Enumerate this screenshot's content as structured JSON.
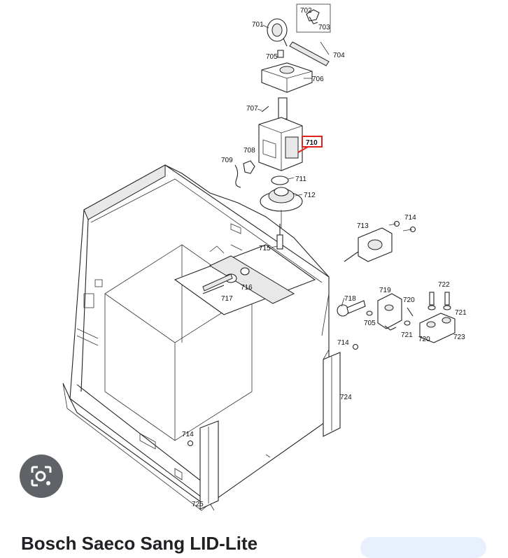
{
  "diagram": {
    "parts": [
      "701",
      "702",
      "703",
      "704",
      "705",
      "706",
      "707",
      "708",
      "709",
      "710",
      "711",
      "712",
      "713",
      "714",
      "715",
      "716",
      "717",
      "718",
      "719",
      "720",
      "721",
      "722",
      "723",
      "724",
      "725"
    ],
    "highlighted_part": "710",
    "labels": {
      "p701": "701",
      "p702": "702",
      "p703": "703",
      "p704": "704",
      "p705a": "705",
      "p706": "706",
      "p707": "707",
      "p708": "708",
      "p709": "709",
      "p710": "710",
      "p711": "711",
      "p712": "712",
      "p713": "713",
      "p714a": "714",
      "p715": "715",
      "p716": "716",
      "p717": "717",
      "p718": "718",
      "p719": "719",
      "p720a": "720",
      "p722": "722",
      "p721a": "721",
      "p705b": "705",
      "p721b": "721",
      "p720b": "720",
      "p723": "723",
      "p714b": "714",
      "p724": "724",
      "p714c": "714",
      "p725": "725"
    },
    "highlight_color": "#e0231b"
  },
  "lens_button": {
    "icon": "lens-search-icon"
  },
  "bottom": {
    "title": "Bosch Saeco Sang LID-Lite"
  }
}
